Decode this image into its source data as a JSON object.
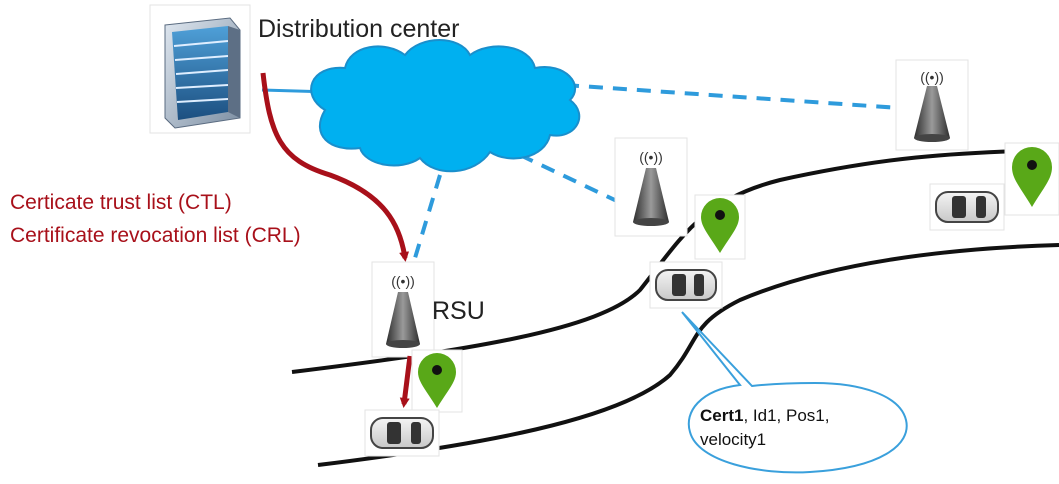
{
  "diagram": {
    "distribution_center_label": "Distribution center",
    "ctl_label": "Certicate trust list (CTL)",
    "crl_label": "Certificate revocation list (CRL)",
    "rsu_label": "RSU",
    "bubble": {
      "cert": "Cert1",
      "rest_line1": ", Id1, Pos1,",
      "line2": "velocity1"
    }
  },
  "colors": {
    "cloud": "#00b0f0",
    "dashed_link": "#2e9bdc",
    "arrow": "#a8101a",
    "pin": "#59a818",
    "road": "#111111",
    "bubble_border": "#3aa0dc"
  },
  "icons": [
    "server-icon",
    "cloud-icon",
    "antenna-icon",
    "location-pin-icon",
    "car-icon"
  ]
}
